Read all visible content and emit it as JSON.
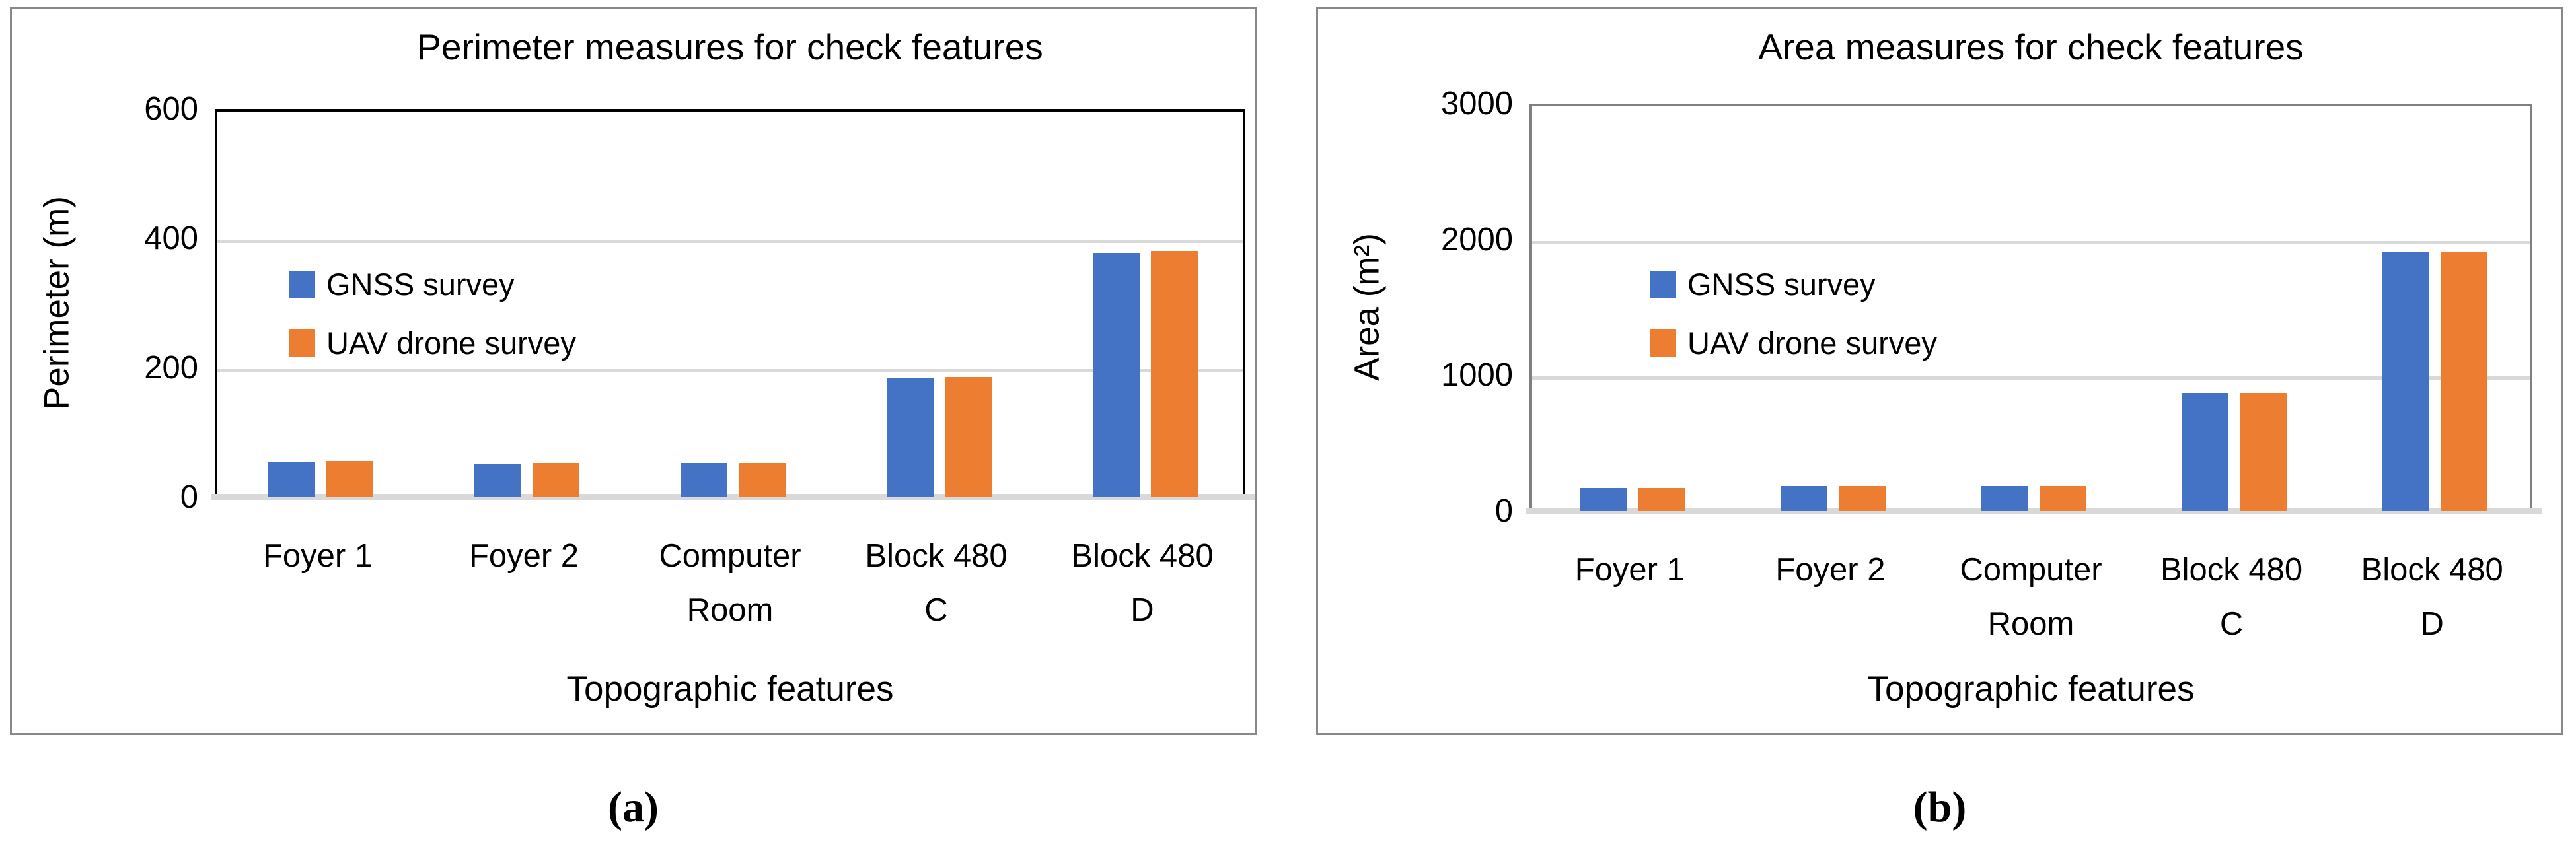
{
  "figure": {
    "background": "#ffffff",
    "panel_border_color": "#898989",
    "gridline_color": "#d9d9d9",
    "text_color": "#000000"
  },
  "legend": {
    "gnss_label": "GNSS survey",
    "uav_label": "UAV drone survey"
  },
  "chart_data": [
    {
      "type": "bar",
      "title": "Perimeter measures for check features",
      "ylabel": "Perimeter (m)",
      "xlabel": "Topographic features",
      "caption": "(a)",
      "ylim": [
        0,
        600
      ],
      "yticks": [
        0,
        200,
        400,
        600
      ],
      "grid": "horizontal",
      "legend_position": "inside-left",
      "axis_color": "#000000",
      "categories": [
        "Foyer 1",
        "Foyer 2",
        "Computer\nRoom",
        "Block 480\nC",
        "Block 480\nD"
      ],
      "series": [
        {
          "name": "GNSS survey",
          "color": "#4472C4",
          "values": [
            55,
            52,
            53,
            185,
            378
          ]
        },
        {
          "name": "UAV drone survey",
          "color": "#ED7D31",
          "values": [
            56,
            53,
            53,
            186,
            381
          ]
        }
      ]
    },
    {
      "type": "bar",
      "title": "Area measures for check features",
      "ylabel": "Area (m²)",
      "xlabel": "Topographic features",
      "caption": "(b)",
      "ylim": [
        0,
        3000
      ],
      "yticks": [
        0,
        1000,
        2000,
        3000
      ],
      "grid": "horizontal",
      "legend_position": "inside-left",
      "axis_color": "#808080",
      "categories": [
        "Foyer 1",
        "Foyer 2",
        "Computer\nRoom",
        "Block 480\nC",
        "Block 480\nD"
      ],
      "series": [
        {
          "name": "GNSS survey",
          "color": "#4472C4",
          "values": [
            170,
            184,
            184,
            868,
            1910
          ]
        },
        {
          "name": "UAV drone survey",
          "color": "#ED7D31",
          "values": [
            170,
            184,
            183,
            868,
            1907
          ]
        }
      ]
    }
  ]
}
